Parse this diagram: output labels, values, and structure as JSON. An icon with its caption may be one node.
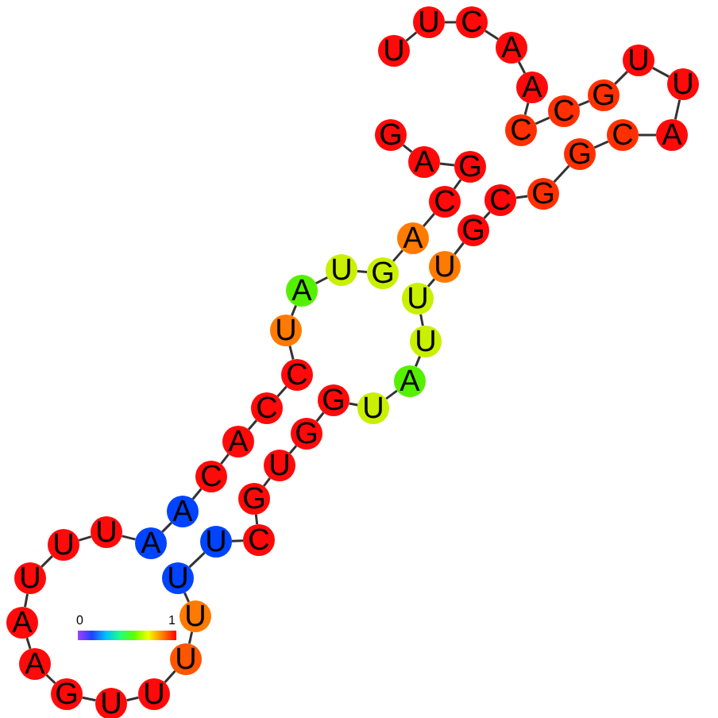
{
  "diagram": {
    "nodes": [
      {
        "text": [
          "G"
        ]
      },
      {
        "text": [
          "A"
        ]
      },
      {
        "text": [
          "G"
        ]
      },
      {
        "text": [
          "C"
        ]
      },
      {
        "text": [
          "A"
        ]
      },
      {
        "text": [
          "G"
        ]
      },
      {
        "text": [
          "U"
        ]
      },
      {
        "text": [
          "A"
        ]
      },
      {
        "text": [
          "U"
        ]
      },
      {
        "text": [
          "C"
        ]
      },
      {
        "text": [
          "C"
        ]
      },
      {
        "text": [
          "A"
        ]
      },
      {
        "text": [
          "C"
        ]
      },
      {
        "text": [
          "A"
        ]
      },
      {
        "text": [
          "A"
        ]
      },
      {
        "text": [
          "U"
        ]
      },
      {
        "text": [
          "U"
        ]
      },
      {
        "text": [
          "U"
        ]
      },
      {
        "text": [
          "A"
        ]
      },
      {
        "text": [
          "A"
        ]
      },
      {
        "text": [
          "G"
        ]
      },
      {
        "text": [
          "U"
        ]
      },
      {
        "text": [
          "U"
        ]
      },
      {
        "text": [
          "U"
        ]
      },
      {
        "text": [
          "U"
        ]
      },
      {
        "text": [
          "U"
        ]
      },
      {
        "text": [
          "U"
        ]
      },
      {
        "text": [
          "C"
        ]
      },
      {
        "text": [
          "G"
        ]
      },
      {
        "text": [
          "U"
        ]
      },
      {
        "text": [
          "G"
        ]
      },
      {
        "text": [
          "G"
        ]
      },
      {
        "text": [
          "U"
        ]
      },
      {
        "text": [
          "A"
        ]
      },
      {
        "text": [
          "U"
        ]
      },
      {
        "text": [
          "U"
        ]
      },
      {
        "text": [
          "U"
        ]
      },
      {
        "text": [
          "G"
        ]
      },
      {
        "text": [
          "C"
        ]
      },
      {
        "text": [
          "G"
        ]
      },
      {
        "text": [
          "G"
        ]
      },
      {
        "text": [
          "C"
        ]
      },
      {
        "text": [
          "A"
        ]
      },
      {
        "text": [
          "U"
        ]
      },
      {
        "text": [
          "U"
        ]
      },
      {
        "text": [
          "G"
        ]
      },
      {
        "text": [
          "C"
        ]
      },
      {
        "text": [
          "C"
        ]
      },
      {
        "text": [
          "A"
        ]
      },
      {
        "text": [
          "A"
        ]
      },
      {
        "text": [
          "C"
        ]
      },
      {
        "text": [
          "U"
        ]
      },
      {
        "text": [
          "U"
        ]
      }
    ],
    "edges": [
      {
        "from": 0,
        "to": 1,
        "arrow": "none"
      },
      {
        "from": 1,
        "to": 2,
        "arrow": "none"
      },
      {
        "from": 2,
        "to": 3,
        "arrow": "none"
      },
      {
        "from": 3,
        "to": 4,
        "arrow": "none"
      },
      {
        "from": 4,
        "to": 5,
        "arrow": "none"
      },
      {
        "from": 5,
        "to": 6,
        "arrow": "none"
      },
      {
        "from": 6,
        "to": 7,
        "arrow": "none"
      },
      {
        "from": 7,
        "to": 8,
        "arrow": "none"
      },
      {
        "from": 8,
        "to": 9,
        "arrow": "none"
      },
      {
        "from": 9,
        "to": 10,
        "arrow": "none"
      },
      {
        "from": 10,
        "to": 11,
        "arrow": "none"
      },
      {
        "from": 11,
        "to": 12,
        "arrow": "none"
      },
      {
        "from": 12,
        "to": 13,
        "arrow": "none"
      },
      {
        "from": 13,
        "to": 14,
        "arrow": "none"
      },
      {
        "from": 14,
        "to": 15,
        "arrow": "none"
      },
      {
        "from": 15,
        "to": 16,
        "arrow": "none"
      },
      {
        "from": 16,
        "to": 17,
        "arrow": "none"
      },
      {
        "from": 17,
        "to": 18,
        "arrow": "none"
      },
      {
        "from": 18,
        "to": 19,
        "arrow": "none"
      },
      {
        "from": 19,
        "to": 20,
        "arrow": "none"
      },
      {
        "from": 20,
        "to": 21,
        "arrow": "none"
      },
      {
        "from": 21,
        "to": 22,
        "arrow": "none"
      },
      {
        "from": 22,
        "to": 23,
        "arrow": "none"
      },
      {
        "from": 23,
        "to": 24,
        "arrow": "none"
      },
      {
        "from": 24,
        "to": 25,
        "arrow": "none"
      },
      {
        "from": 25,
        "to": 26,
        "arrow": "none"
      },
      {
        "from": 26,
        "to": 27,
        "arrow": "none"
      },
      {
        "from": 27,
        "to": 28,
        "arrow": "none"
      },
      {
        "from": 28,
        "to": 29,
        "arrow": "none"
      },
      {
        "from": 29,
        "to": 30,
        "arrow": "none"
      },
      {
        "from": 30,
        "to": 31,
        "arrow": "none"
      },
      {
        "from": 31,
        "to": 32,
        "arrow": "none"
      },
      {
        "from": 32,
        "to": 33,
        "arrow": "none"
      },
      {
        "from": 33,
        "to": 34,
        "arrow": "none"
      },
      {
        "from": 34,
        "to": 35,
        "arrow": "none"
      },
      {
        "from": 35,
        "to": 36,
        "arrow": "none"
      },
      {
        "from": 36,
        "to": 37,
        "arrow": "none"
      },
      {
        "from": 37,
        "to": 38,
        "arrow": "none"
      },
      {
        "from": 38,
        "to": 39,
        "arrow": "none"
      },
      {
        "from": 39,
        "to": 40,
        "arrow": "none"
      },
      {
        "from": 40,
        "to": 41,
        "arrow": "none"
      },
      {
        "from": 41,
        "to": 42,
        "arrow": "none"
      },
      {
        "from": 42,
        "to": 43,
        "arrow": "none"
      },
      {
        "from": 43,
        "to": 44,
        "arrow": "none"
      },
      {
        "from": 44,
        "to": 45,
        "arrow": "none"
      },
      {
        "from": 45,
        "to": 46,
        "arrow": "none"
      },
      {
        "from": 46,
        "to": 47,
        "arrow": "none"
      },
      {
        "from": 47,
        "to": 48,
        "arrow": "none"
      },
      {
        "from": 48,
        "to": 49,
        "arrow": "none"
      },
      {
        "from": 49,
        "to": 50,
        "arrow": "none"
      },
      {
        "from": 50,
        "to": 51,
        "arrow": "none"
      },
      {
        "from": 51,
        "to": 52,
        "arrow": "none"
      }
    ],
    "labels": [
      "0",
      "1"
    ]
  }
}
